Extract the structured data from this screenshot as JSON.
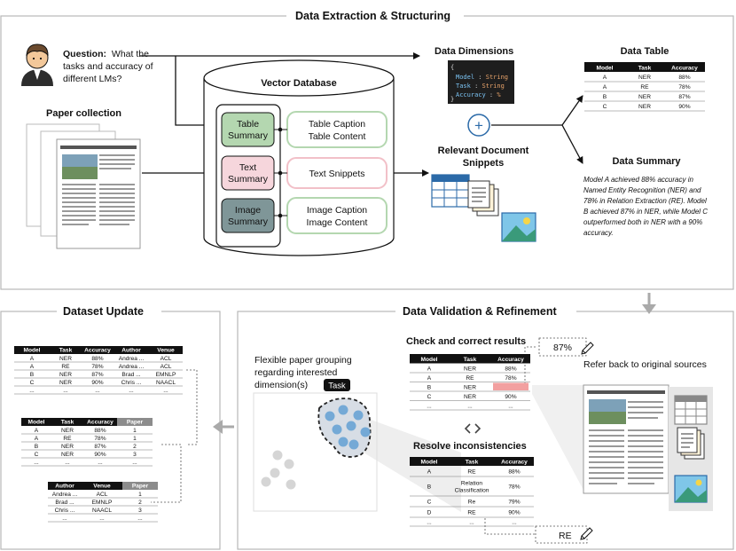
{
  "extraction": {
    "title": "Data Extraction & Structuring",
    "question_bold": "Question:",
    "question_lines": [
      "What the",
      "tasks and accuracy of",
      "different LMs?"
    ],
    "paper_collection": "Paper collection",
    "vector_db": {
      "title": "Vector Database",
      "summaries": [
        {
          "lines": [
            "Table",
            "Summary"
          ],
          "fill": "#b4d7b0",
          "content": [
            "Table Caption",
            "Table Content"
          ],
          "stroke": "#b4d7b0"
        },
        {
          "lines": [
            "Text",
            "Summary"
          ],
          "fill": "#f6d6dc",
          "content": [
            "Text Snippets"
          ],
          "stroke": "#f2c0c8"
        },
        {
          "lines": [
            "Image",
            "Summary"
          ],
          "fill": "#7f9698",
          "content": [
            "Image Caption",
            "Image Content"
          ],
          "stroke": "#b4d7b0"
        }
      ]
    },
    "data_dimensions": {
      "title": "Data Dimensions",
      "code": [
        {
          "key": "Model",
          "sep": " : ",
          "val": "String"
        },
        {
          "key": "Task",
          "sep": " : ",
          "val": "String"
        },
        {
          "key": "Accuracy",
          "sep": " : ",
          "val": "%"
        }
      ],
      "open": "{",
      "close": "}"
    },
    "plus": "+",
    "relevant": [
      "Relevant Document",
      "Snippets"
    ],
    "data_table": {
      "title": "Data Table",
      "headers": [
        "Model",
        "Task",
        "Accuracy"
      ],
      "rows": [
        [
          "A",
          "NER",
          "88%"
        ],
        [
          "A",
          "RE",
          "78%"
        ],
        [
          "B",
          "NER",
          "87%"
        ],
        [
          "C",
          "NER",
          "90%"
        ]
      ]
    },
    "data_summary": {
      "title": "Data Summary",
      "lines": [
        "Model A achieved 88% accuracy in",
        "Named Entity Recognition (NER) and",
        "78%  in Relation Extraction (RE). Model",
        "B achieved 87% in NER, while Model C",
        "outperformed both in NER with a 90%",
        "accuracy."
      ]
    }
  },
  "update": {
    "title": "Dataset Update",
    "table1": {
      "headers": [
        "Model",
        "Task",
        "Accuracy",
        "Author",
        "Venue"
      ],
      "rows": [
        [
          "A",
          "NER",
          "88%",
          "Andrea ...",
          "ACL"
        ],
        [
          "A",
          "RE",
          "78%",
          "Andrea ...",
          "ACL"
        ],
        [
          "B",
          "NER",
          "87%",
          "Brad ...",
          "EMNLP"
        ],
        [
          "C",
          "NER",
          "90%",
          "Chris ...",
          "NAACL"
        ],
        [
          "...",
          "...",
          "...",
          "...",
          "..."
        ]
      ]
    },
    "table2": {
      "headers": [
        "Model",
        "Task",
        "Accuracy",
        "Paper"
      ],
      "rows": [
        [
          "A",
          "NER",
          "88%",
          "1"
        ],
        [
          "A",
          "RE",
          "78%",
          "1"
        ],
        [
          "B",
          "NER",
          "87%",
          "2"
        ],
        [
          "C",
          "NER",
          "90%",
          "3"
        ],
        [
          "...",
          "...",
          "...",
          "..."
        ]
      ]
    },
    "table3": {
      "headers": [
        "Author",
        "Venue",
        "Paper"
      ],
      "rows": [
        [
          "Andrea ...",
          "ACL",
          "1"
        ],
        [
          "Brad ...",
          "EMNLP",
          "2"
        ],
        [
          "Chris ...",
          "NAACL",
          "3"
        ],
        [
          "...",
          "...",
          "..."
        ]
      ]
    }
  },
  "validation": {
    "title": "Data Validation & Refinement",
    "grouping_lines": [
      "Flexible paper grouping",
      "regarding interested",
      "dimension(s)"
    ],
    "task_tag": "Task",
    "check_title": "Check and correct results",
    "correction": "87%",
    "refer_back": "Refer back to original sources",
    "check_table": {
      "headers": [
        "Model",
        "Task",
        "Accuracy"
      ],
      "rows": [
        [
          "A",
          "NER",
          "88%"
        ],
        [
          "A",
          "RE",
          "78%"
        ],
        [
          "B",
          "NER",
          ""
        ],
        [
          "C",
          "NER",
          "90%"
        ],
        [
          "...",
          "...",
          "..."
        ]
      ]
    },
    "resolve_title": "Resolve inconsistencies",
    "resolve_table": {
      "headers": [
        "Model",
        "Task",
        "Accuracy"
      ],
      "rows": [
        [
          "A",
          "RE",
          "88%"
        ],
        [
          "B",
          "Relation|Classification",
          "78%"
        ],
        [
          "C",
          "Re",
          "79%"
        ],
        [
          "D",
          "RE",
          "90%"
        ],
        [
          "...",
          "...",
          "..."
        ]
      ]
    },
    "re_label": "RE"
  },
  "colors": {
    "highlight": "#f2a0a0",
    "cluster_blue": "#74a9d6",
    "cluster_bg": "#cfd6de",
    "grey_dots": "#d5d5d5",
    "table_header": "#111111",
    "paper_header": "#8c8c8c"
  }
}
